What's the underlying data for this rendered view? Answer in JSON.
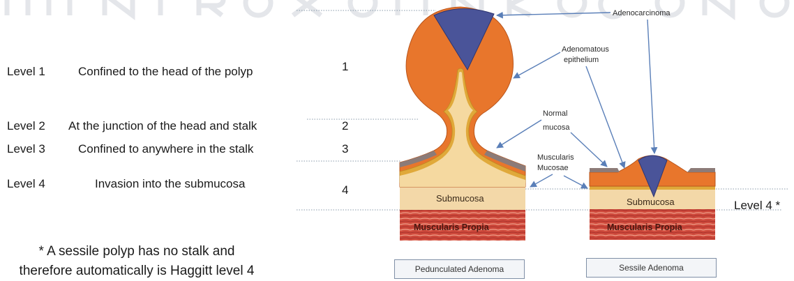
{
  "levels": [
    {
      "label": "Level 1",
      "description": "Confined to the head of the polyp",
      "number": "1"
    },
    {
      "label": "Level 2",
      "description": "At the junction of the head and stalk",
      "number": "2"
    },
    {
      "label": "Level 3",
      "description": "Confined to anywhere in the stalk",
      "number": "3"
    },
    {
      "label": "Level 4",
      "description": "Invasion into the submucosa",
      "number": "4"
    }
  ],
  "footnote": "* A sessile polyp has no stalk and therefore automatically is Haggitt level 4",
  "annotations": {
    "adenocarcinoma": "Adenocarcinoma",
    "adenomatous_epithelium_1": "Adenomatous",
    "adenomatous_epithelium_2": "epithelium",
    "normal_mucosa_1": "Normal",
    "normal_mucosa_2": "mucosa",
    "muscularis_mucosae_1": "Muscularis",
    "muscularis_mucosae_2": "Mucosae"
  },
  "layers": {
    "submucosa": "Submucosa",
    "muscularis_propia": "Muscularis Propia"
  },
  "sessile_level_label": "Level 4 *",
  "captions": {
    "pedunculated": "Pedunculated Adenoma",
    "sessile": "Sessile Adenoma"
  },
  "colors": {
    "adenoma_orange": "#e8762c",
    "carcinoma_blue": "#4a5499",
    "mucosa_tan": "#f5d9a0",
    "muscularis_mucosae_gold": "#e0a93a",
    "muscle_red": "#c9433a",
    "arrow_blue": "#5a7fb8",
    "dotted_line": "#8899aa"
  }
}
